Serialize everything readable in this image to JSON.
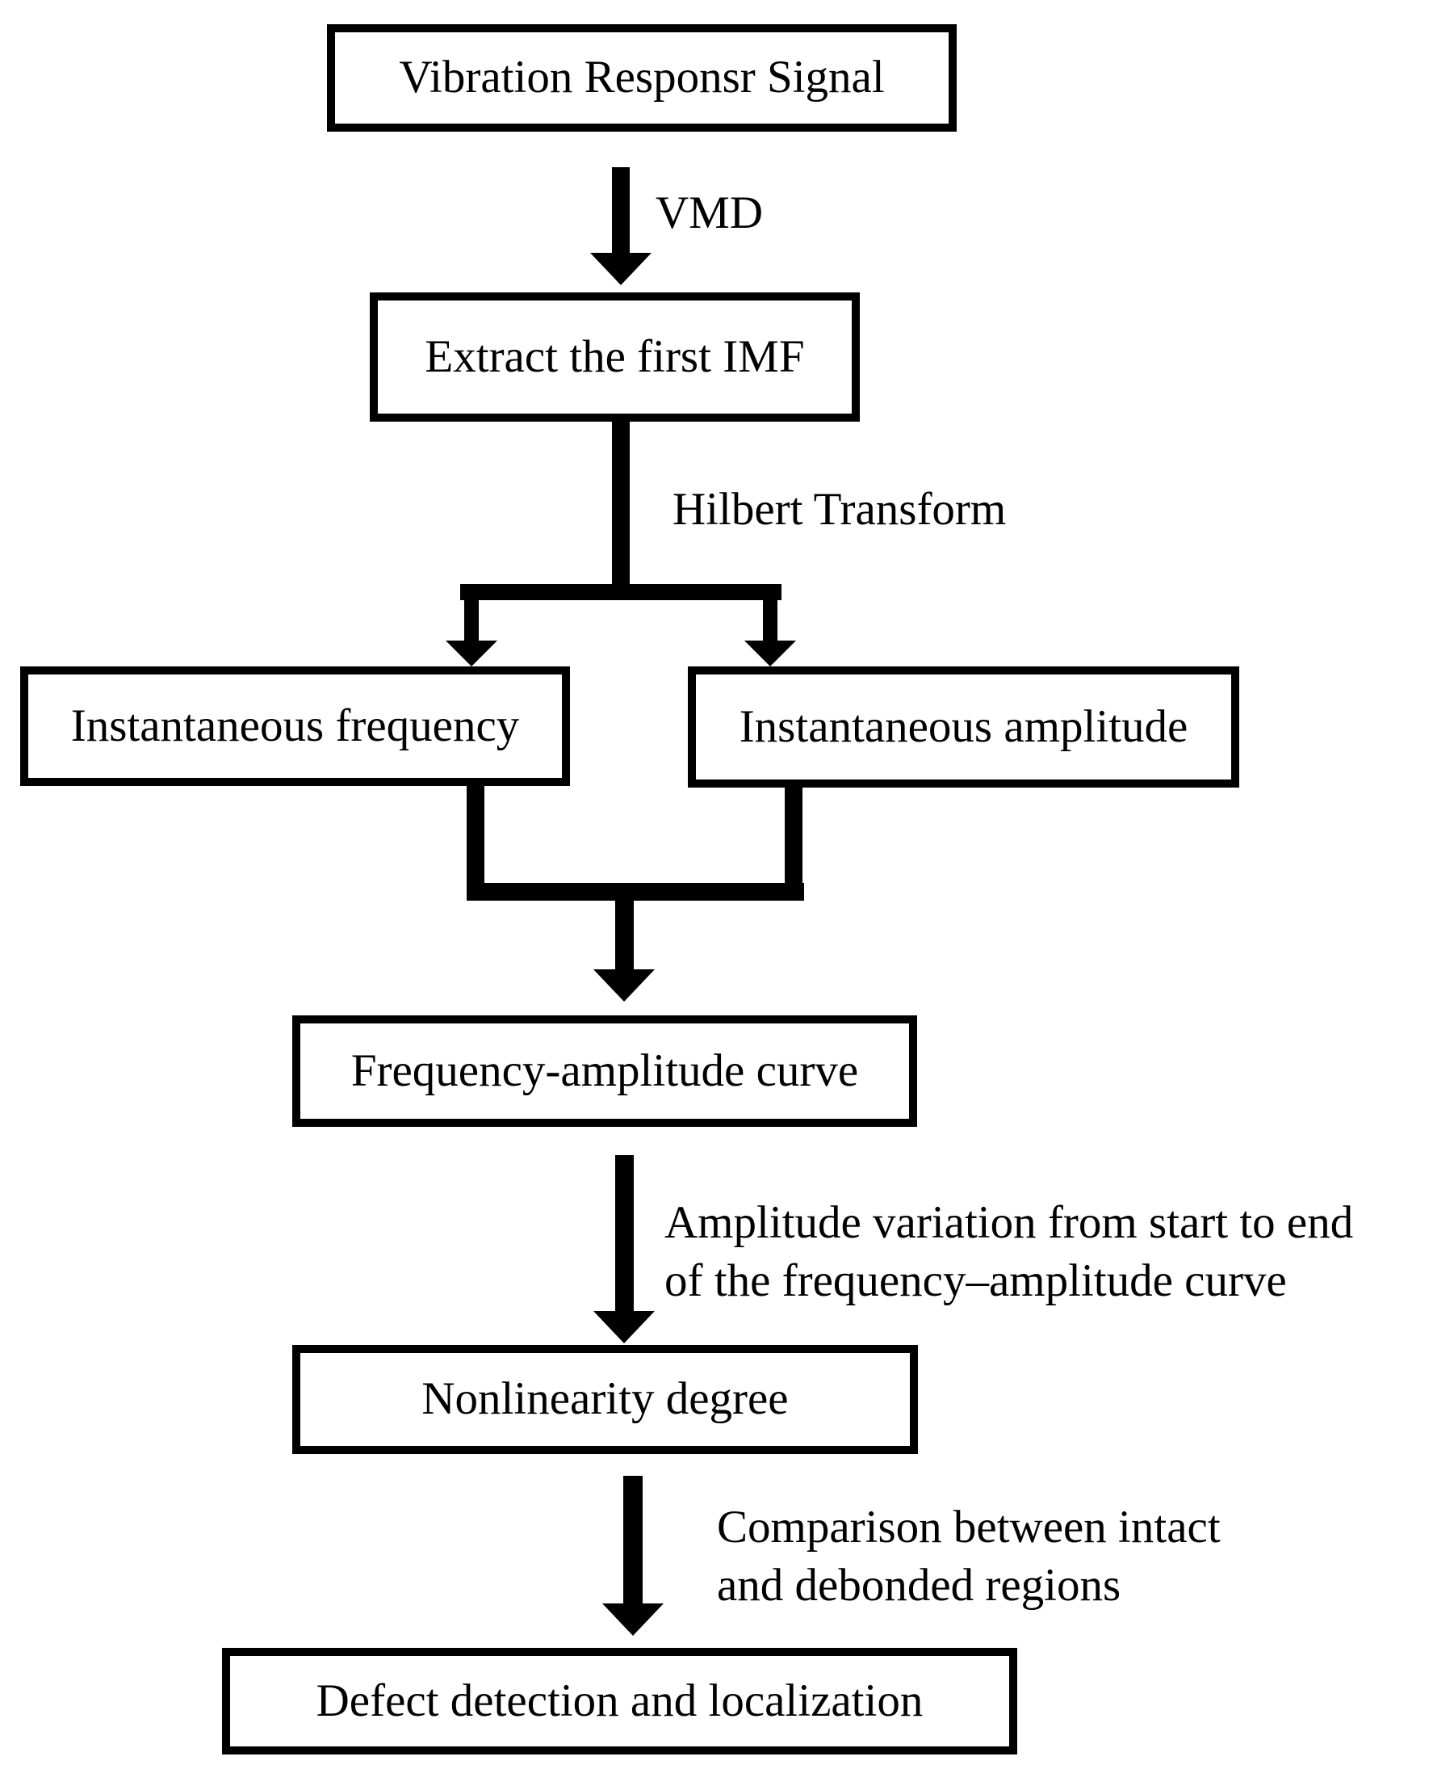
{
  "diagram": {
    "title": "VMD-based defect detection flowchart",
    "colors": {
      "stroke": "#000000",
      "background": "#ffffff",
      "text": "#000000"
    },
    "nodes": {
      "vibration": {
        "label": "Vibration Responsr Signal"
      },
      "extract": {
        "label": "Extract the first IMF"
      },
      "inst_freq": {
        "label": "Instantaneous frequency"
      },
      "inst_amp": {
        "label": "Instantaneous amplitude"
      },
      "freq_amp_curve": {
        "label": "Frequency-amplitude curve"
      },
      "nonlinearity": {
        "label": "Nonlinearity degree"
      },
      "defect": {
        "label": "Defect detection and localization"
      }
    },
    "edges": {
      "vmd": {
        "label": "VMD"
      },
      "hilbert": {
        "label": "Hilbert Transform"
      },
      "amplitude_variation": {
        "line1": "Amplitude variation from start to end",
        "line2": "of the frequency–amplitude curve"
      },
      "comparison": {
        "line1": "Comparison between intact",
        "line2": "and debonded regions"
      }
    }
  }
}
